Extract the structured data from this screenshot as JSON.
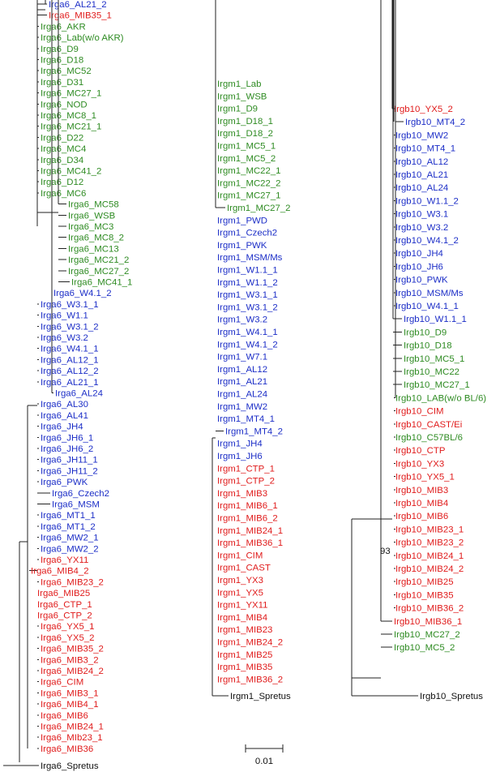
{
  "colors": {
    "green": "#2e8b22",
    "blue": "#1c2ec7",
    "red": "#e01b1b",
    "black": "#111111"
  },
  "scale_bar": {
    "label": "0.01"
  },
  "bootstrap_label": "93",
  "panels": [
    {
      "id": "irga6",
      "outgroup": "Irga6_Spretus",
      "groups": [
        {
          "color": "blue",
          "labels": [
            "Irga6_AL21_2"
          ]
        },
        {
          "color": "red",
          "labels": [
            "Irga6_MIB35_1"
          ]
        },
        {
          "color": "green",
          "labels": [
            "Irga6_AKR",
            "Irga6_Lab(w/o AKR)",
            "Irga6_D9",
            "Irga6_D18",
            "Irga6_MC52",
            "Irga6_D31",
            "Irga6_MC27_1",
            "Irga6_NOD",
            "Irga6_MC8_1",
            "Irga6_MC21_1",
            "Irga6_D22",
            "Irga6_MC4",
            "Irga6_D34",
            "Irga6_MC41_2",
            "Irga6_D12",
            "Irga6_MC6",
            "Irga6_MC58",
            "Irga6_WSB",
            "Irga6_MC3",
            "Irga6_MC8_2",
            "Irga6_MC13",
            "Irga6_MC21_2",
            "Irga6_MC27_2",
            "Irga6_MC41_1"
          ]
        },
        {
          "color": "blue",
          "labels": [
            "Irga6_W4.1_2",
            "Irga6_W3.1_1",
            "Irga6_W1.1",
            "Irga6_W3.1_2",
            "Irga6_W3.2",
            "Irga6_W4.1_1",
            "Irga6_AL12_1",
            "Irga6_AL12_2",
            "Irga6_AL21_1",
            "Irga6_AL24",
            "Irga6_AL30",
            "Irga6_AL41",
            "Irga6_JH4",
            "Irga6_JH6_1",
            "Irga6_JH6_2",
            "Irga6_JH11_1",
            "Irga6_JH11_2",
            "Irga6_PWK",
            "Irga6_Czech2",
            "Irga6_MSM",
            "Irga6_MT1_1",
            "Irga6_MT1_2",
            "Irga6_MW2_1",
            "Irga6_MW2_2"
          ]
        },
        {
          "color": "red",
          "labels": [
            "Irga6_YX11",
            "Irga6_MIB4_2",
            "Irga6_MIB23_2",
            "Irga6_MIB25",
            "Irga6_CTP_1",
            "Irga6_CTP_2",
            "Irga6_YX5_1",
            "Irga6_YX5_2",
            "Irga6_MIB35_2",
            "Irga6_MIB3_2",
            "Irga6_MIB24_2",
            "Irga6_CIM",
            "Irga6_MIB3_1",
            "Irga6_MIB4_1",
            "Irga6_MIB6",
            "Irga6_MIB24_1",
            "Irga6_MIb23_1",
            "Irga6_MIB36"
          ]
        }
      ]
    },
    {
      "id": "irgm1",
      "outgroup": "Irgm1_Spretus",
      "groups": [
        {
          "color": "green",
          "labels": [
            "Irgm1_Lab",
            "Irgm1_WSB",
            "Irgm1_D9",
            "Irgm1_D18_1",
            "Irgm1_D18_2",
            "Irgm1_MC5_1",
            "Irgm1_MC5_2",
            "Irgm1_MC22_1",
            "Irgm1_MC22_2",
            "Irgm1_MC27_1",
            "Irgm1_MC27_2"
          ]
        },
        {
          "color": "blue",
          "labels": [
            "Irgm1_PWD",
            "Irgm1_Czech2",
            "Irgm1_PWK",
            "Irgm1_MSM/Ms",
            "Irgm1_W1.1_1",
            "Irgm1_W1.1_2",
            "Irgm1_W3.1_1",
            "Irgm1_W3.1_2",
            "Irgm1_W3.2",
            "Irgm1_W4.1_1",
            "Irgm1_W4.1_2",
            "Irgm1_W7.1",
            "Irgm1_AL12",
            "Irgm1_AL21",
            "Irgm1_AL24",
            "Irgm1_MW2",
            "Irgm1_MT4_1",
            "Irgm1_MT4_2",
            "Irgm1_JH4",
            "Irgm1_JH6"
          ]
        },
        {
          "color": "red",
          "labels": [
            "Irgm1_CTP_1",
            "Irgm1_CTP_2",
            "Irgm1_MIB3",
            "Irgm1_MIB6_1",
            "Irgm1_MIB6_2",
            "Irgm1_MIB24_1",
            "Irgm1_MIB36_1",
            "Irgm1_CIM",
            "Irgm1_CAST",
            "Irgm1_YX3",
            "Irgm1_YX5",
            "Irgm1_YX11",
            "Irgm1_MIB4",
            "Irgm1_MIB23",
            "Irgm1_MIB24_2",
            "Irgm1_MIB25",
            "Irgm1_MIB35",
            "Irgm1_MIB36_2"
          ]
        }
      ]
    },
    {
      "id": "irgb10",
      "outgroup": "Irgb10_Spretus",
      "groups": [
        {
          "color": "red",
          "labels": [
            "Irgb10_YX5_2"
          ]
        },
        {
          "color": "blue",
          "labels": [
            "Irgb10_MT4_2",
            "Irgb10_MW2",
            "Irgb10_MT4_1",
            "Irgb10_AL12",
            "Irgb10_AL21",
            "Irgb10_AL24",
            "Irgb10_W1.1_2",
            "Irgb10_W3.1",
            "Irgb10_W3.2",
            "Irgb10_W4.1_2",
            "Irgb10_JH4",
            "Irgb10_JH6",
            "Irgb10_PWK",
            "Irgb10_MSM/Ms",
            "Irgb10_W4.1_1",
            "Irgb10_W1.1_1"
          ]
        },
        {
          "color": "green",
          "labels": [
            "Irgb10_D9",
            "Irgb10_D18",
            "Irgb10_MC5_1",
            "Irgb10_MC22",
            "Irgb10_MC27_1",
            "Irgb10_LAB(w/o BL/6)"
          ]
        },
        {
          "color": "red",
          "labels": [
            "Irgb10_CIM",
            "Irgb10_CAST/Ei"
          ]
        },
        {
          "color": "green",
          "labels": [
            "Irgb10_C57BL/6"
          ]
        },
        {
          "color": "red",
          "labels": [
            "Irgb10_CTP",
            "Irgb10_YX3",
            "Irgb10_YX5_1",
            "Irgb10_MIB3",
            "Irgb10_MIB4",
            "Irgb10_MIB6",
            "Irgb10_MIB23_1",
            "Irgb10_MIB23_2",
            "Irgb10_MIB24_1",
            "Irgb10_MIB24_2",
            "Irgb10_MIB25",
            "Irgb10_MIB35",
            "Irgb10_MIB36_2",
            "Irgb10_MIB36_1"
          ]
        },
        {
          "color": "green",
          "labels": [
            "Irgb10_MC27_2",
            "Irgb10_MC5_2"
          ]
        }
      ]
    }
  ]
}
